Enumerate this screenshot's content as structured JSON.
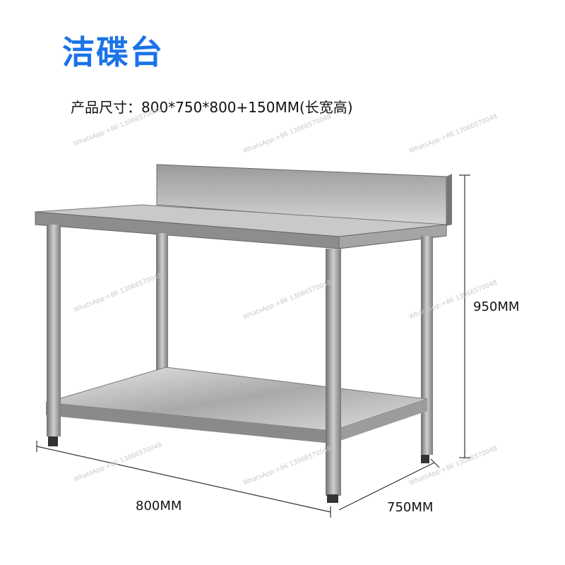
{
  "title": "洁碟台",
  "spec": {
    "label": "产品尺寸：",
    "value": "800*750*800+150MM(长宽高)"
  },
  "dimensions": {
    "length": "800MM",
    "width": "750MM",
    "height": "950MM"
  },
  "watermark": "WhatsApp:+86 13066570048",
  "colors": {
    "title": "#1a73e8"
  }
}
